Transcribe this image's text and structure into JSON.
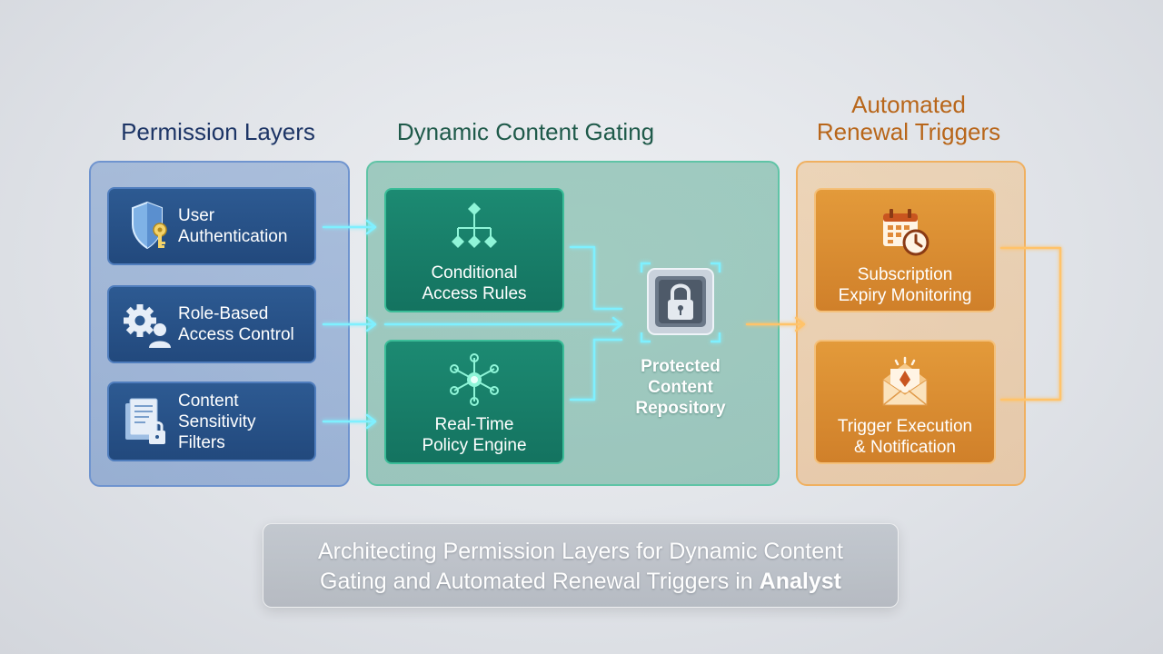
{
  "sections": {
    "permission": {
      "title": "Permission Layers"
    },
    "gating": {
      "title": "Dynamic Content Gating"
    },
    "renewal": {
      "title_line1": "Automated",
      "title_line2": "Renewal Triggers"
    }
  },
  "permission_cards": [
    {
      "line1": "User",
      "line2": "Authentication",
      "icon": "shield-key-icon"
    },
    {
      "line1": "Role-Based",
      "line2": "Access Control",
      "icon": "gear-user-icon"
    },
    {
      "line1": "Content",
      "line2": "Sensitivity",
      "line3": "Filters",
      "icon": "document-lock-icon"
    }
  ],
  "gating_cards": [
    {
      "line1": "Conditional",
      "line2": "Access Rules",
      "icon": "decision-tree-icon"
    },
    {
      "line1": "Real-Time",
      "line2": "Policy Engine",
      "icon": "network-hub-icon"
    }
  ],
  "repository": {
    "line1": "Protected",
    "line2": "Content",
    "line3": "Repository",
    "icon": "safe-lock-icon"
  },
  "renewal_cards": [
    {
      "line1": "Subscription",
      "line2": "Expiry Monitoring",
      "icon": "calendar-clock-icon"
    },
    {
      "line1": "Trigger Execution",
      "line2": "& Notification",
      "icon": "envelope-alert-icon"
    }
  ],
  "caption": {
    "line1": "Architecting Permission Layers for Dynamic Content",
    "line2_prefix": "Gating and Automated Renewal Triggers in",
    "line2_bold": "Analyst"
  },
  "colors": {
    "permission_accent": "#2d5a92",
    "gating_accent": "#1c8a72",
    "renewal_accent": "#e39a3a",
    "connector_cyan": "#7ff0ff",
    "connector_orange": "#ffc36b"
  }
}
